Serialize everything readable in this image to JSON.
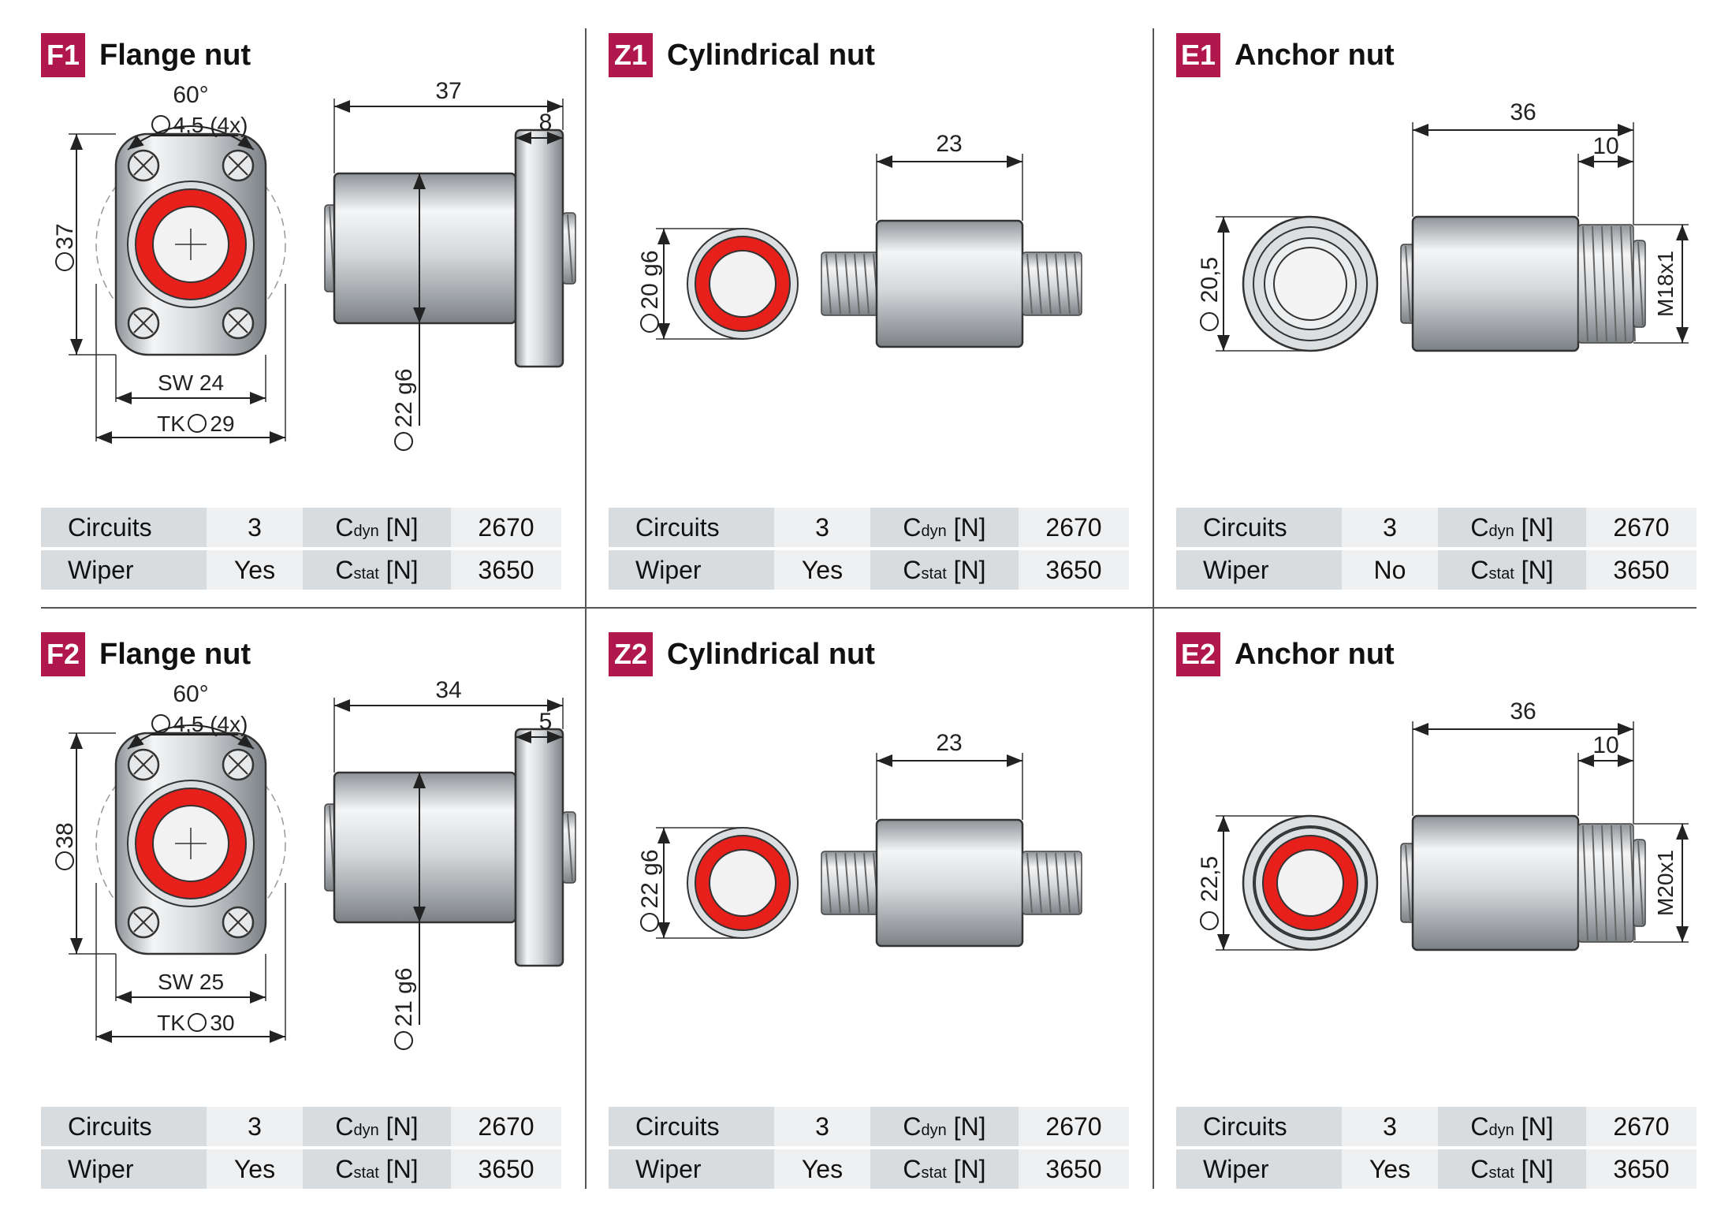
{
  "panels": [
    {
      "badge": "F1",
      "title": "Flange nut",
      "dims": {
        "angle": "60°",
        "holes": "4,5 (4x)",
        "height": "37",
        "sw": "SW 24",
        "tk": "TK",
        "tkv": "29",
        "len": "37",
        "flange": "8",
        "bore": "22 g6"
      },
      "specs": {
        "circuits_label": "Circuits",
        "circuits": "3",
        "cdyn": "C",
        "cdyn_sub": "dyn",
        "unit": "[N]",
        "cdyn_val": "2670",
        "wiper_label": "Wiper",
        "wiper": "Yes",
        "cstat": "C",
        "cstat_sub": "stat",
        "cstat_val": "3650"
      }
    },
    {
      "badge": "Z1",
      "title": "Cylindrical nut",
      "dims": {
        "len": "23",
        "dia": "20 g6"
      },
      "specs": {
        "circuits_label": "Circuits",
        "circuits": "3",
        "cdyn": "C",
        "cdyn_sub": "dyn",
        "unit": "[N]",
        "cdyn_val": "2670",
        "wiper_label": "Wiper",
        "wiper": "Yes",
        "cstat": "C",
        "cstat_sub": "stat",
        "cstat_val": "3650"
      }
    },
    {
      "badge": "E1",
      "title": "Anchor nut",
      "dims": {
        "len": "36",
        "thread_len": "10",
        "dia": "20,5",
        "thread": "M18x1"
      },
      "specs": {
        "circuits_label": "Circuits",
        "circuits": "3",
        "cdyn": "C",
        "cdyn_sub": "dyn",
        "unit": "[N]",
        "cdyn_val": "2670",
        "wiper_label": "Wiper",
        "wiper": "No",
        "cstat": "C",
        "cstat_sub": "stat",
        "cstat_val": "3650"
      }
    },
    {
      "badge": "F2",
      "title": "Flange nut",
      "dims": {
        "angle": "60°",
        "holes": "4,5 (4x)",
        "height": "38",
        "sw": "SW 25",
        "tk": "TK",
        "tkv": "30",
        "len": "34",
        "flange": "5",
        "bore": "21 g6"
      },
      "specs": {
        "circuits_label": "Circuits",
        "circuits": "3",
        "cdyn": "C",
        "cdyn_sub": "dyn",
        "unit": "[N]",
        "cdyn_val": "2670",
        "wiper_label": "Wiper",
        "wiper": "Yes",
        "cstat": "C",
        "cstat_sub": "stat",
        "cstat_val": "3650"
      }
    },
    {
      "badge": "Z2",
      "title": "Cylindrical nut",
      "dims": {
        "len": "23",
        "dia": "22 g6"
      },
      "specs": {
        "circuits_label": "Circuits",
        "circuits": "3",
        "cdyn": "C",
        "cdyn_sub": "dyn",
        "unit": "[N]",
        "cdyn_val": "2670",
        "wiper_label": "Wiper",
        "wiper": "Yes",
        "cstat": "C",
        "cstat_sub": "stat",
        "cstat_val": "3650"
      }
    },
    {
      "badge": "E2",
      "title": "Anchor nut",
      "dims": {
        "len": "36",
        "thread_len": "10",
        "dia": "22,5",
        "thread": "M20x1"
      },
      "specs": {
        "circuits_label": "Circuits",
        "circuits": "3",
        "cdyn": "C",
        "cdyn_sub": "dyn",
        "unit": "[N]",
        "cdyn_val": "2670",
        "wiper_label": "Wiper",
        "wiper": "Yes",
        "cstat": "C",
        "cstat_sub": "stat",
        "cstat_val": "3650"
      }
    }
  ],
  "colors": {
    "accent": "#b0174d",
    "seal": "#e8201c",
    "metal": "#cfd3d6"
  }
}
